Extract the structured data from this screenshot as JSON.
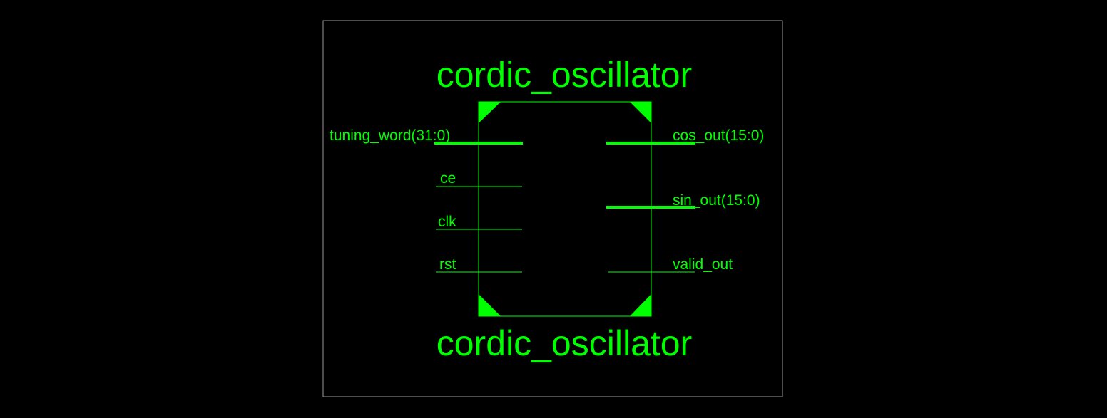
{
  "colors": {
    "background": "#000000",
    "wire": "#00ff00",
    "frame": "#9a9a9a"
  },
  "component": {
    "name_top": "cordic_oscillator",
    "name_bottom": "cordic_oscillator"
  },
  "inputs": [
    {
      "label": "tuning_word(31:0)",
      "bus": true
    },
    {
      "label": "ce",
      "bus": false
    },
    {
      "label": "clk",
      "bus": false
    },
    {
      "label": "rst",
      "bus": false
    }
  ],
  "outputs": [
    {
      "label": "cos_out(15:0)",
      "bus": true
    },
    {
      "label": "sin_out(15:0)",
      "bus": true
    },
    {
      "label": "valid_out",
      "bus": false
    }
  ]
}
